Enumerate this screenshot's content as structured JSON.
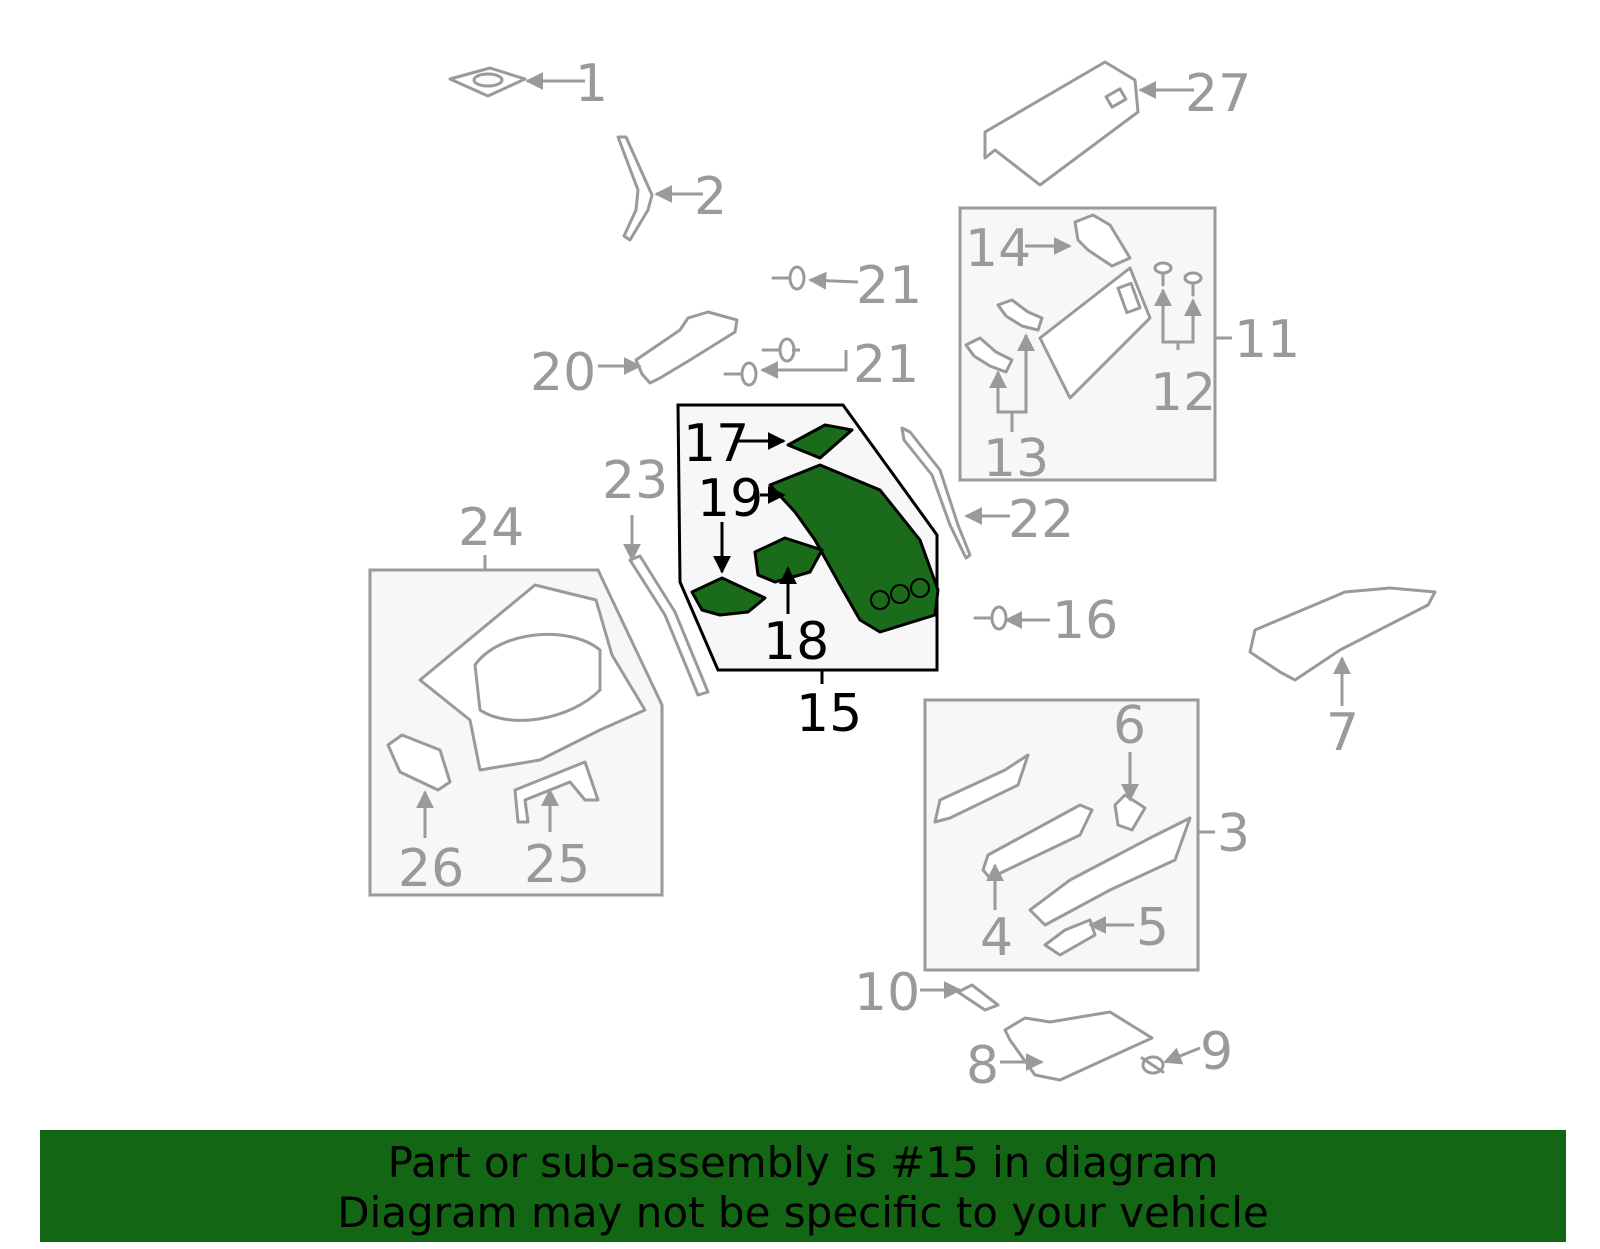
{
  "callouts": {
    "c1": "1",
    "c2": "2",
    "c3": "3",
    "c4": "4",
    "c5": "5",
    "c6": "6",
    "c7": "7",
    "c8": "8",
    "c9": "9",
    "c10": "10",
    "c11": "11",
    "c12": "12",
    "c13": "13",
    "c14": "14",
    "c15": "15",
    "c16": "16",
    "c17": "17",
    "c18": "18",
    "c19": "19",
    "c20": "20",
    "c21a": "21",
    "c21b": "21",
    "c22": "22",
    "c23": "23",
    "c24": "24",
    "c25": "25",
    "c26": "26",
    "c27": "27"
  },
  "banner": {
    "line1": "Part or sub-assembly is #15 in diagram",
    "line2": "Diagram may not be specific to your vehicle"
  },
  "colors": {
    "highlight": "#1a6b1a",
    "banner_bg": "#136613",
    "line_gray": "#9a9a9a"
  }
}
